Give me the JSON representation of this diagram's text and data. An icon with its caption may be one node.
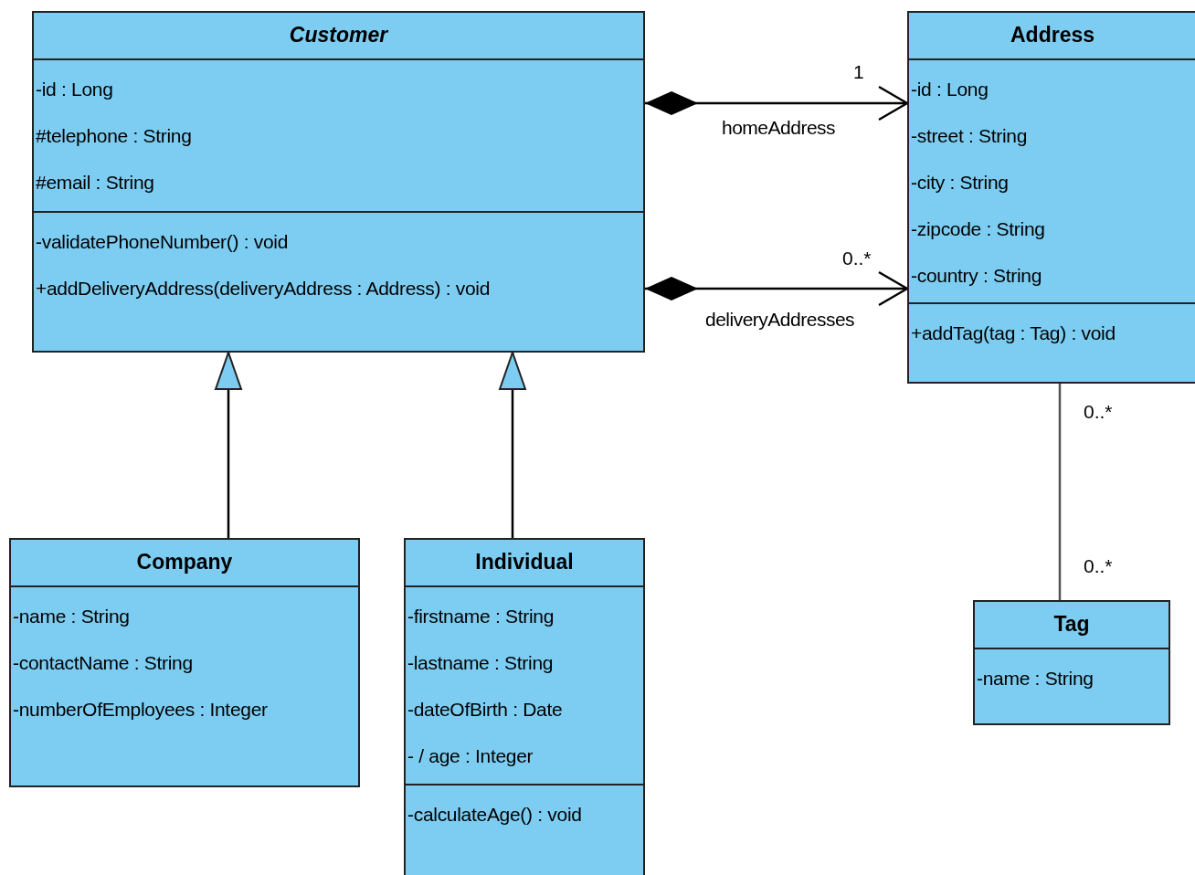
{
  "diagram": {
    "nodes": [
      {
        "text": [
          "Customer"
        ]
      },
      {
        "text": [
          "-id : Long",
          "#telephone : String",
          "#email : String"
        ],
        "in": 0
      },
      {
        "text": [
          "-validatePhoneNumber() : void",
          "+addDeliveryAddress(deliveryAddress : Address) : void"
        ],
        "in": 0
      },
      {
        "text": [
          "Address"
        ]
      },
      {
        "text": [
          "-id : Long",
          "-street : String",
          "-city : String",
          "-zipcode : String",
          "-country : String"
        ],
        "in": 3
      },
      {
        "text": [
          "+addTag(tag : Tag) : void"
        ],
        "in": 3
      },
      {
        "text": [
          "Company"
        ]
      },
      {
        "text": [
          "-name : String",
          "-contactName : String",
          "-numberOfEmployees : Integer"
        ],
        "in": 6
      },
      {
        "text": [
          "Individual"
        ]
      },
      {
        "text": [
          "-firstname : String",
          "-lastname : String",
          "-dateOfBirth : Date",
          "- / age : Integer"
        ],
        "in": 8
      },
      {
        "text": [
          "-calculateAge() : void"
        ],
        "in": 8
      },
      {
        "text": [
          "Tag"
        ]
      },
      {
        "text": [
          "-name : String"
        ],
        "in": 11
      }
    ],
    "edges": [
      {
        "from": 0,
        "to": 3,
        "arrow": "to",
        "label": "homeAddress"
      },
      {
        "from": 0,
        "to": 3,
        "arrow": "to",
        "label": "deliveryAddresses"
      },
      {
        "from": 6,
        "to": 0,
        "arrow": "to"
      },
      {
        "from": 8,
        "to": 0,
        "arrow": "to"
      },
      {
        "from": 3,
        "to": 11,
        "arrow": "none"
      }
    ],
    "labels": [
      "1",
      "0..*",
      "0..*",
      "0..*"
    ]
  }
}
